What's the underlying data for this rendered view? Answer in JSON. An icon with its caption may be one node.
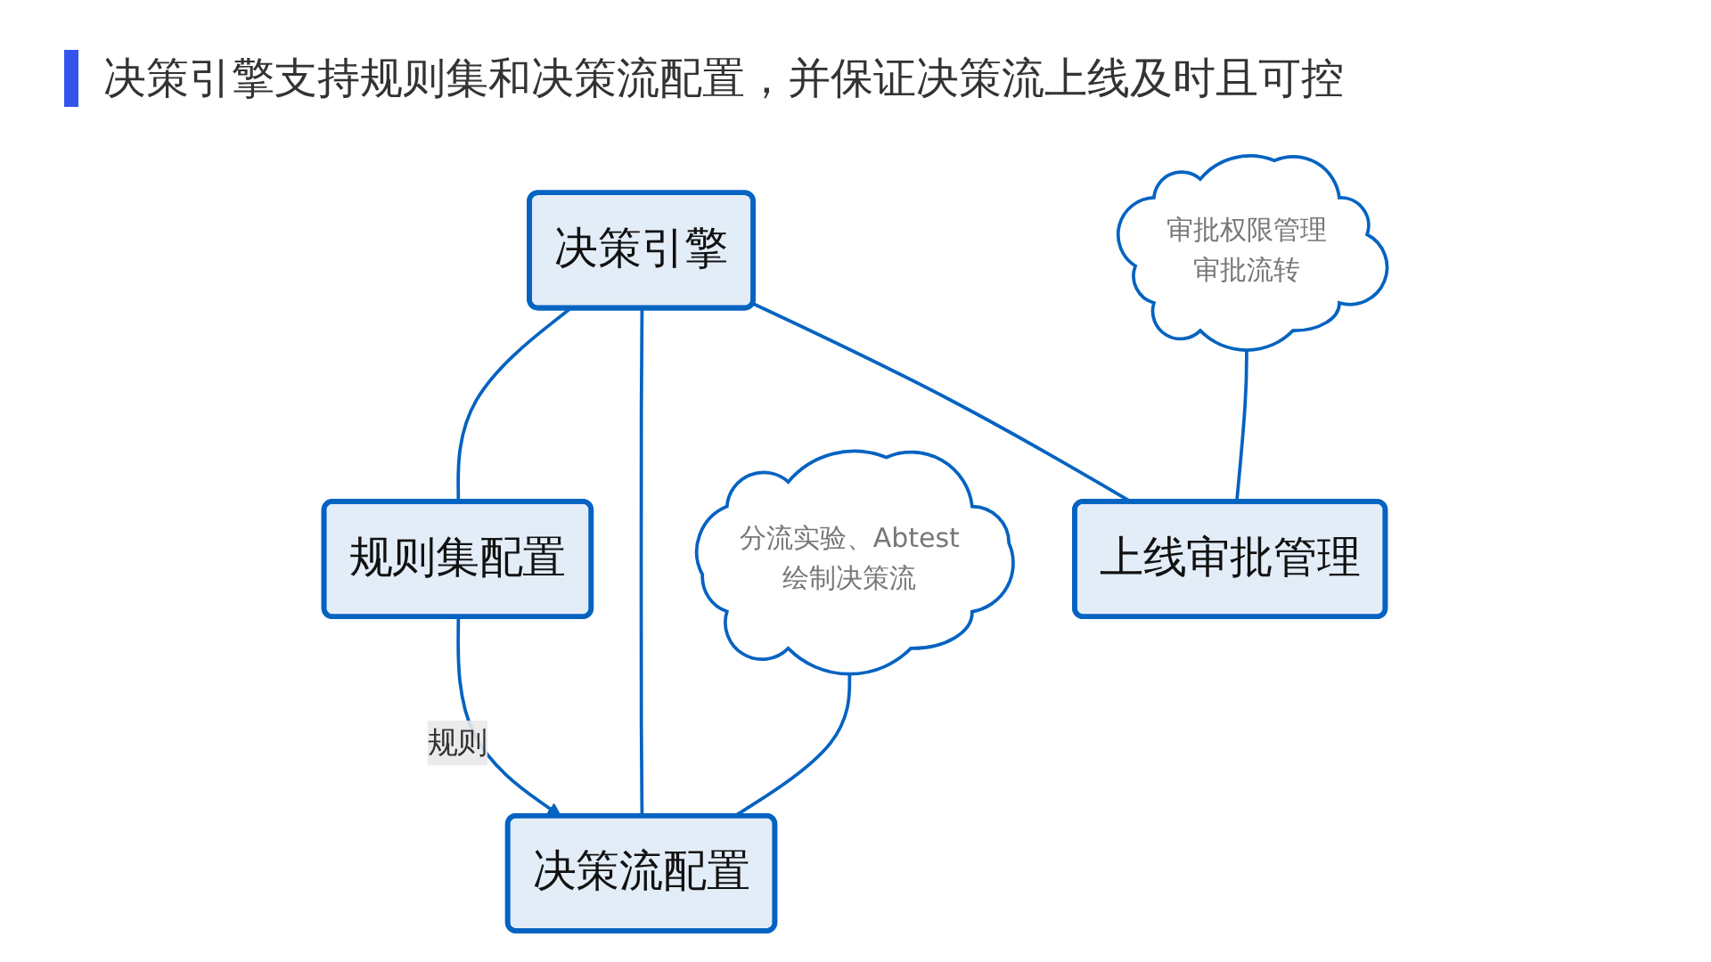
{
  "diagram": {
    "title": "决策引擎支持规则集和决策流配置，并保证决策流上线及时且可控",
    "nodes": [
      {
        "text": [
          "决策引擎"
        ]
      },
      {
        "text": [
          "规则集配置"
        ]
      },
      {
        "text": [
          "决策流配置"
        ]
      },
      {
        "text": [
          "上线审批管理"
        ]
      },
      {
        "text": [
          "审批权限管理",
          "审批流转"
        ]
      },
      {
        "text": [
          "分流实验、Abtest",
          "绘制决策流"
        ]
      }
    ],
    "edges": [
      {
        "from": 0,
        "to": 1,
        "arrow": "none"
      },
      {
        "from": 0,
        "to": 2,
        "arrow": "none"
      },
      {
        "from": 0,
        "to": 3,
        "arrow": "none"
      },
      {
        "from": 1,
        "to": 2,
        "arrow": "to",
        "label": "规则"
      },
      {
        "from": 4,
        "to": 3,
        "arrow": "none"
      },
      {
        "from": 5,
        "to": 2,
        "arrow": "none"
      }
    ]
  }
}
